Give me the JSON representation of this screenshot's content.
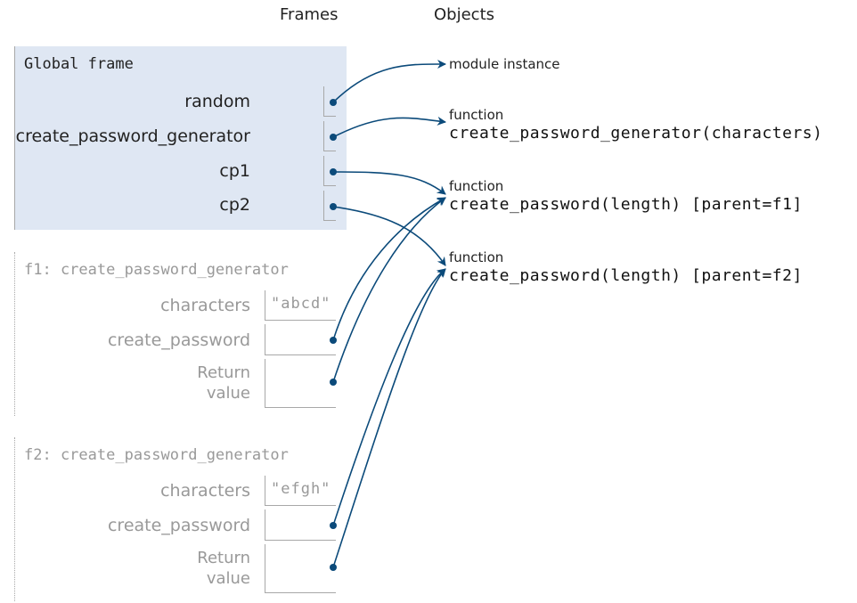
{
  "headers": {
    "frames": "Frames",
    "objects": "Objects"
  },
  "global_frame": {
    "title": "Global frame",
    "vars": [
      {
        "name": "random",
        "points_to": "module"
      },
      {
        "name": "create_password_generator",
        "points_to": "cpg"
      },
      {
        "name": "cp1",
        "points_to": "cp1"
      },
      {
        "name": "cp2",
        "points_to": "cp2"
      }
    ]
  },
  "stack_frames": [
    {
      "title": "f1: create_password_generator",
      "characters_label": "characters",
      "characters_value": "\"abcd\"",
      "create_password_label": "create_password",
      "create_password_points_to": "cp1",
      "return_label_line1": "Return",
      "return_label_line2": "value",
      "return_points_to": "cp1"
    },
    {
      "title": "f2: create_password_generator",
      "characters_label": "characters",
      "characters_value": "\"efgh\"",
      "create_password_label": "create_password",
      "create_password_points_to": "cp2",
      "return_label_line1": "Return",
      "return_label_line2": "value",
      "return_points_to": "cp2"
    }
  ],
  "objects": {
    "module": {
      "kind": "module instance"
    },
    "cpg": {
      "kind": "function",
      "name": "create_password_generator(characters)"
    },
    "cp1": {
      "kind": "function",
      "name": "create_password(length) [parent=f1]"
    },
    "cp2": {
      "kind": "function",
      "name": "create_password(length) [parent=f2]"
    }
  },
  "colors": {
    "pointer": "#0b4a7a",
    "global_frame_bg": "#dfe7f3",
    "muted_text": "#999999"
  }
}
